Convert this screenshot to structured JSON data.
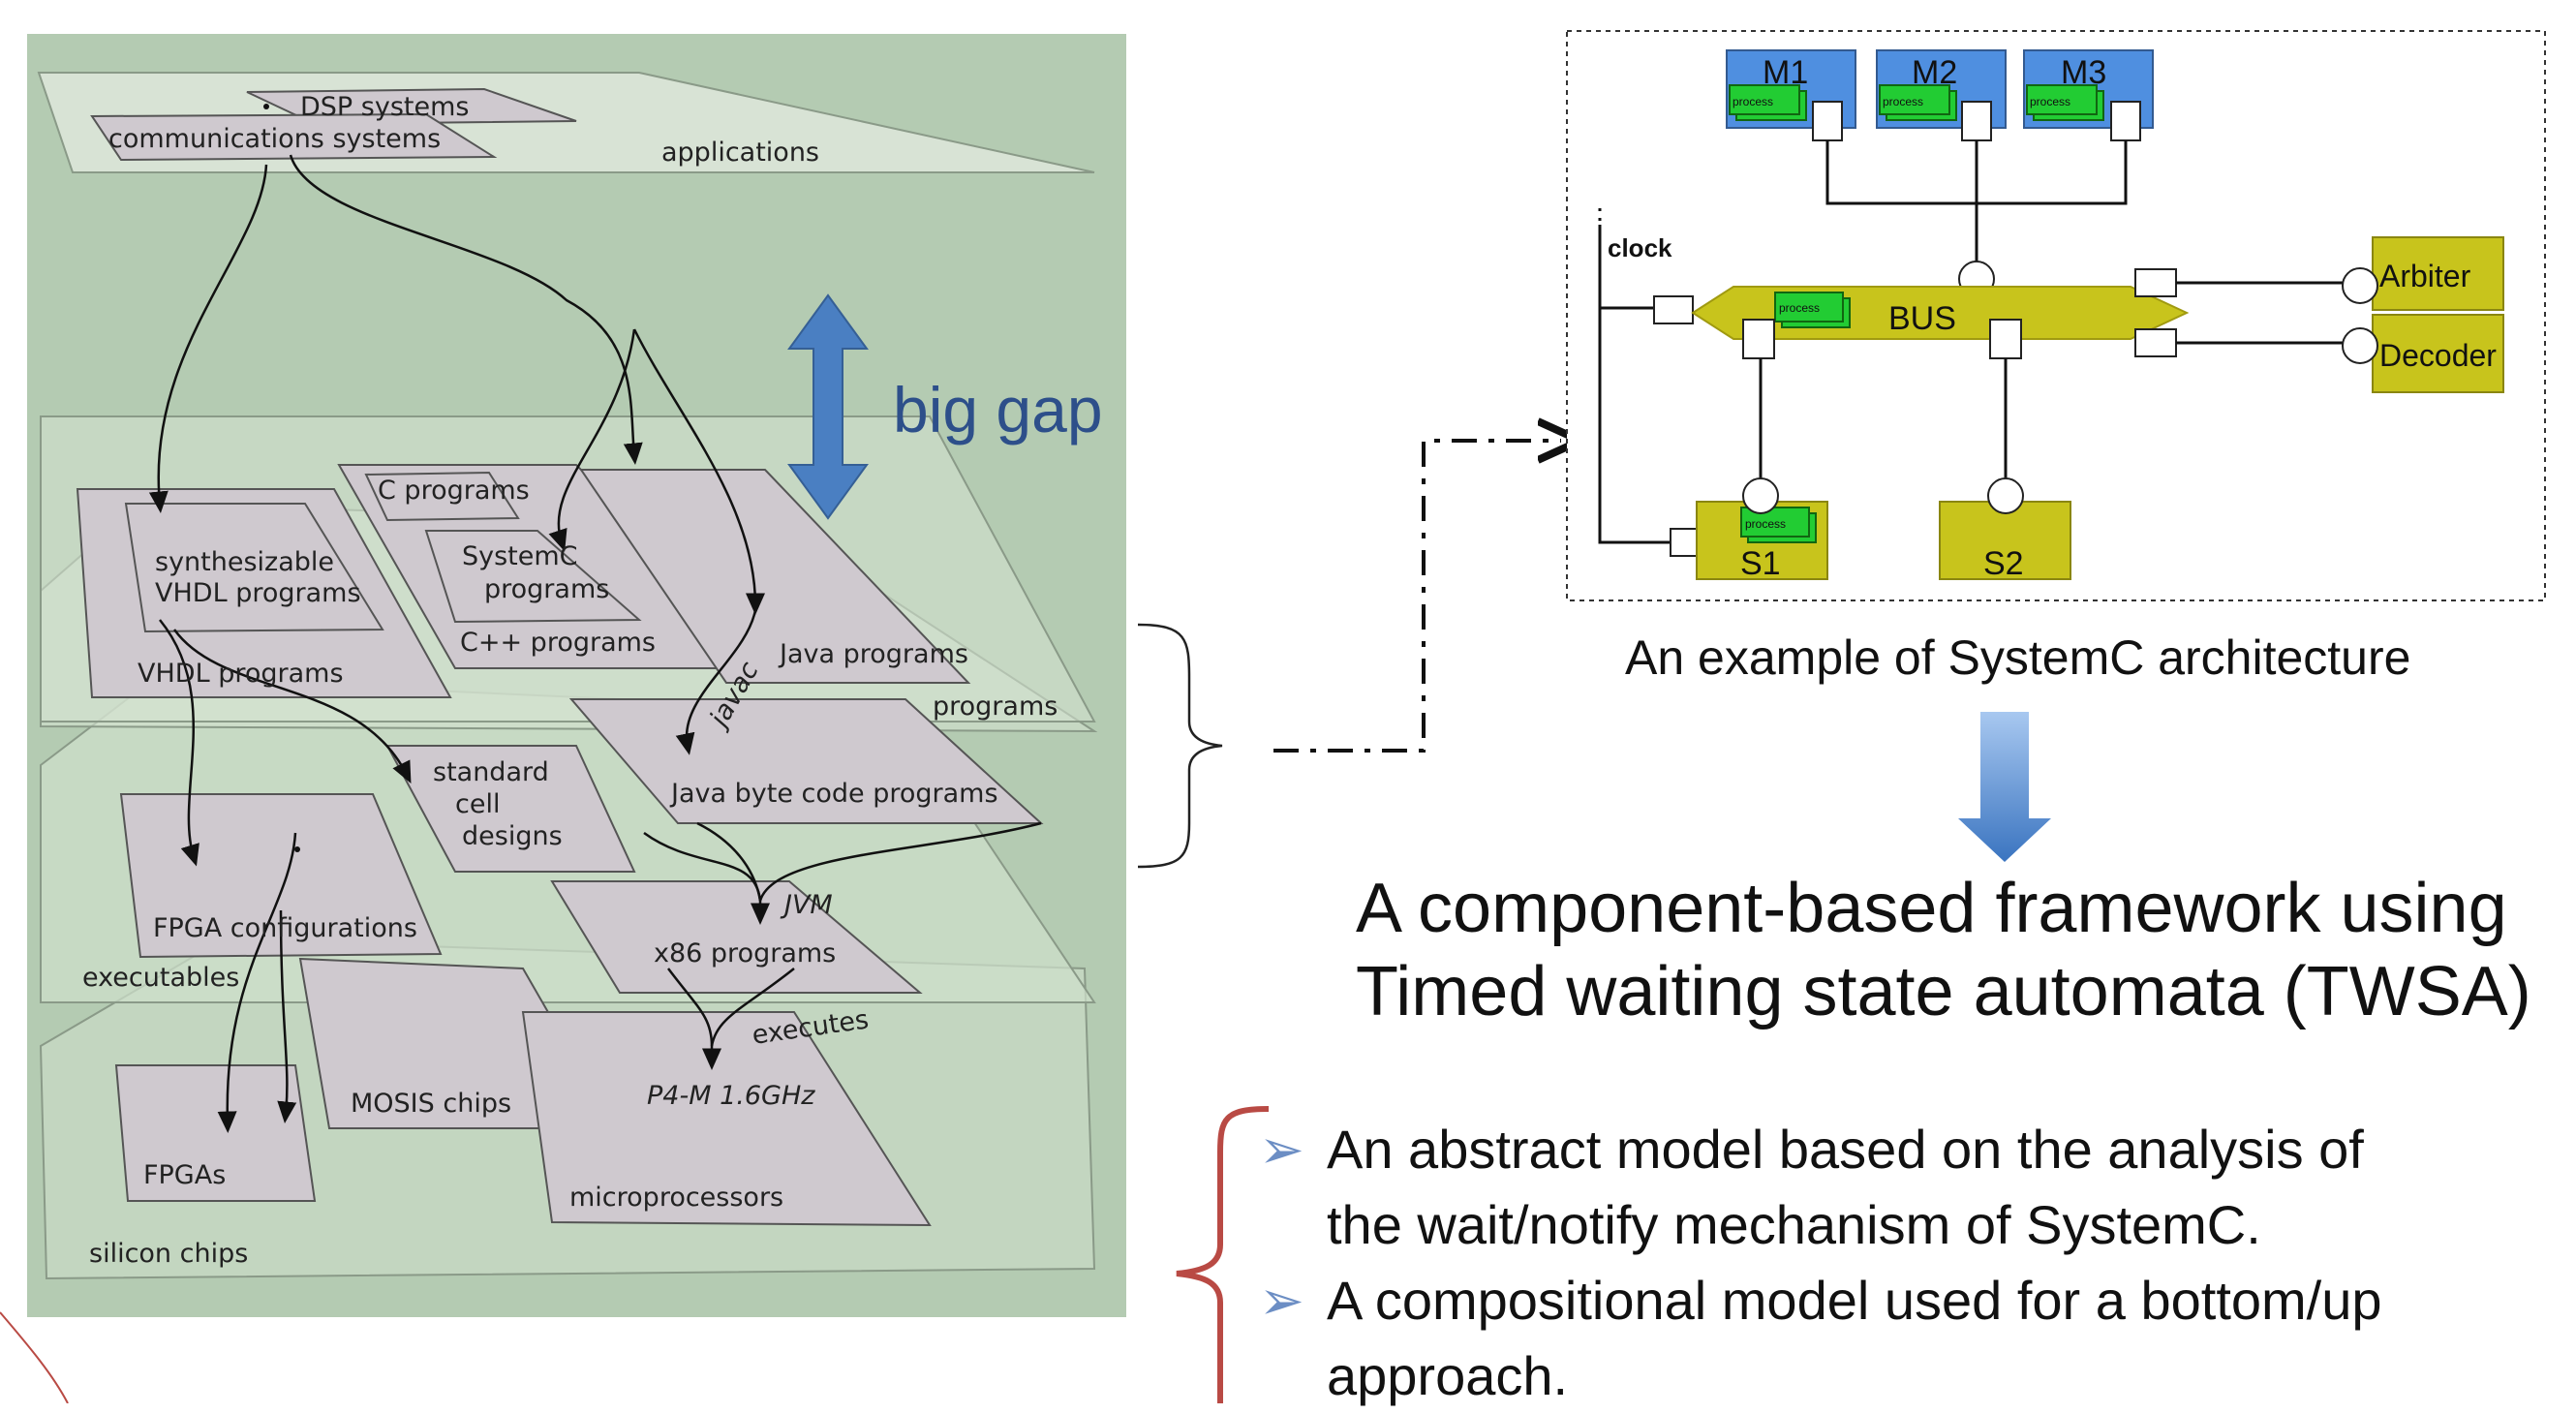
{
  "layers": {
    "applications": "applications",
    "programs": "programs",
    "executables": "executables",
    "silicon_chips": "silicon chips"
  },
  "nodes": {
    "dsp": "DSP systems",
    "comm": "communications systems",
    "synth1": "synthesizable",
    "synth2": "VHDL programs",
    "vhdl": "VHDL programs",
    "cprog": "C programs",
    "systemc1": "SystemC",
    "systemc2": "programs",
    "cpp": "C++ programs",
    "java": "Java programs",
    "javac": "javac",
    "bytecode": "Java byte code programs",
    "std1": "standard",
    "std2": "cell",
    "std3": "designs",
    "fpgaconf": "FPGA configurations",
    "jvm": "JVM",
    "x86": "x86 programs",
    "executes": "executes",
    "mosis": "MOSIS chips",
    "p4m": "P4-M 1.6GHz",
    "fpgas": "FPGAs",
    "micro": "microprocessors"
  },
  "gap_label": "big gap",
  "arch": {
    "m1": "M1",
    "m2": "M2",
    "m3": "M3",
    "process": "process",
    "clock": "clock",
    "bus": "BUS",
    "arbiter": "Arbiter",
    "decoder": "Decoder",
    "s1": "S1",
    "s2": "S2"
  },
  "caption": "An example of SystemC architecture",
  "framework_line1": "A component-based framework using",
  "framework_line2": "Timed waiting state automata (TWSA)",
  "bullets": [
    {
      "line1": "An abstract model based on the analysis of",
      "line2": "the wait/notify mechanism of SystemC."
    },
    {
      "line1": "A compositional model used for a bottom/up",
      "line2": "approach."
    }
  ],
  "bullet_mark": "➢",
  "colors": {
    "diagram_bg": "#b4cbb2",
    "shape_fill": "#cfc9cf",
    "module_blue": "#4f8fe0",
    "module_yellow": "#c8c41c",
    "process_green": "#22cc33",
    "arrow_blue": "#4a7fc2",
    "brace_red": "#b94a44"
  }
}
